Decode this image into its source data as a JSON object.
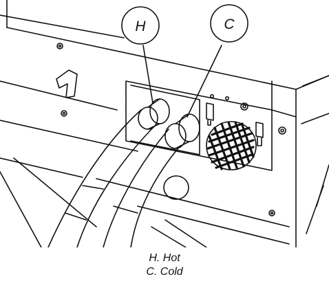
{
  "callouts": {
    "hot": "H",
    "cold": "C"
  },
  "legend": {
    "hot": "H. Hot",
    "cold": "C. Cold"
  }
}
